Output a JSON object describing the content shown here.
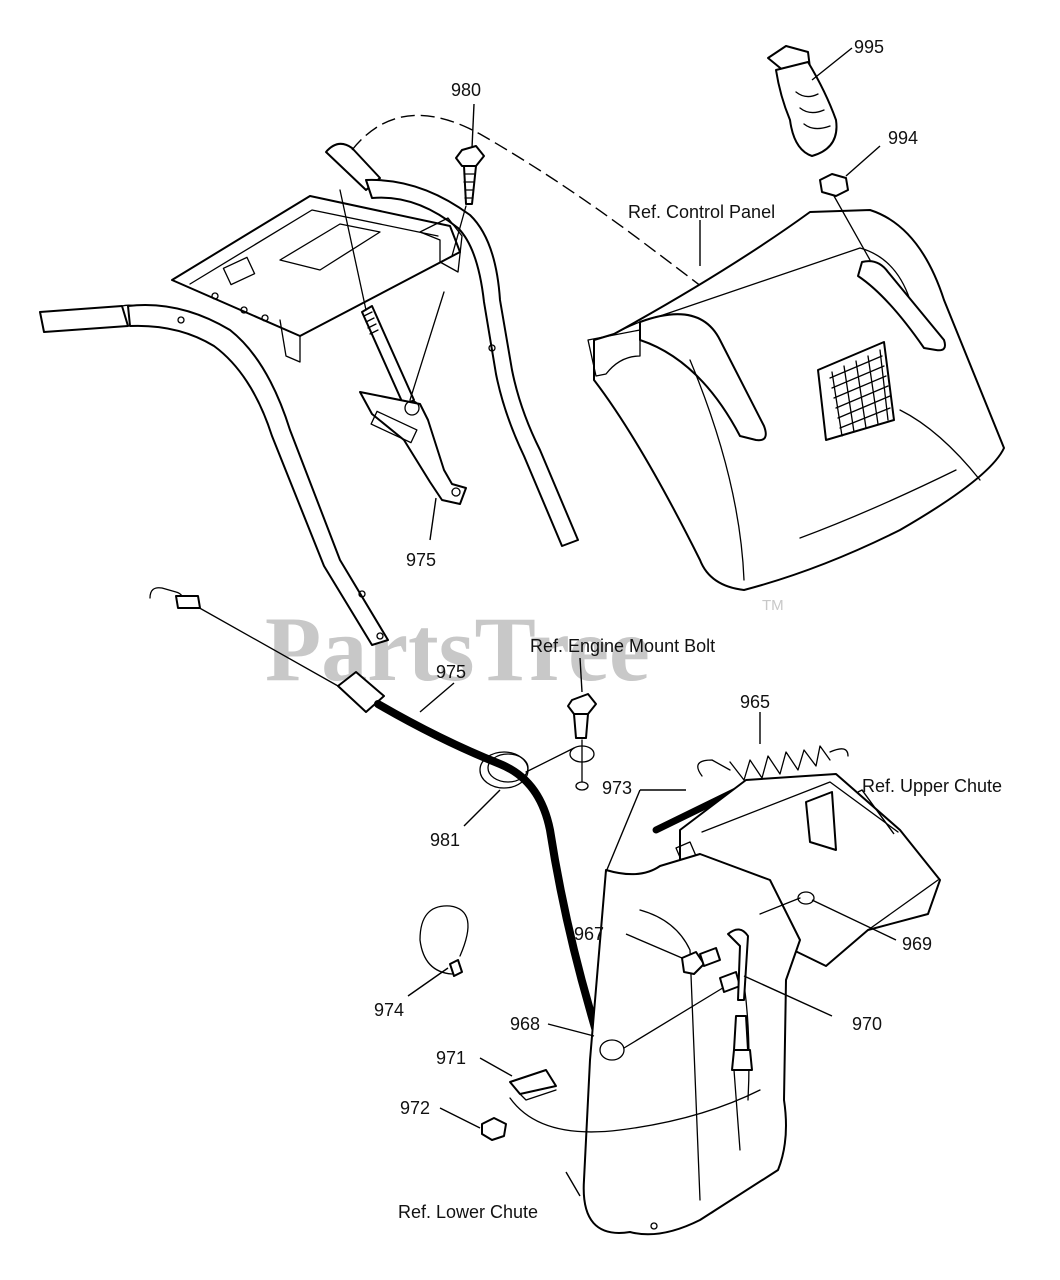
{
  "watermark": {
    "text": "PartsTree",
    "tm": "TM"
  },
  "references": {
    "control_panel": "Ref. Control Panel",
    "engine_mount_bolt": "Ref. Engine Mount Bolt",
    "upper_chute": "Ref. Upper Chute",
    "lower_chute": "Ref. Lower Chute"
  },
  "callouts": {
    "c995": "995",
    "c994": "994",
    "c980": "980",
    "c975_upper": "975",
    "c975_lower": "975",
    "c965": "965",
    "c973": "973",
    "c981": "981",
    "c967": "967",
    "c969": "969",
    "c970": "970",
    "c974": "974",
    "c968": "968",
    "c971": "971",
    "c972": "972"
  }
}
